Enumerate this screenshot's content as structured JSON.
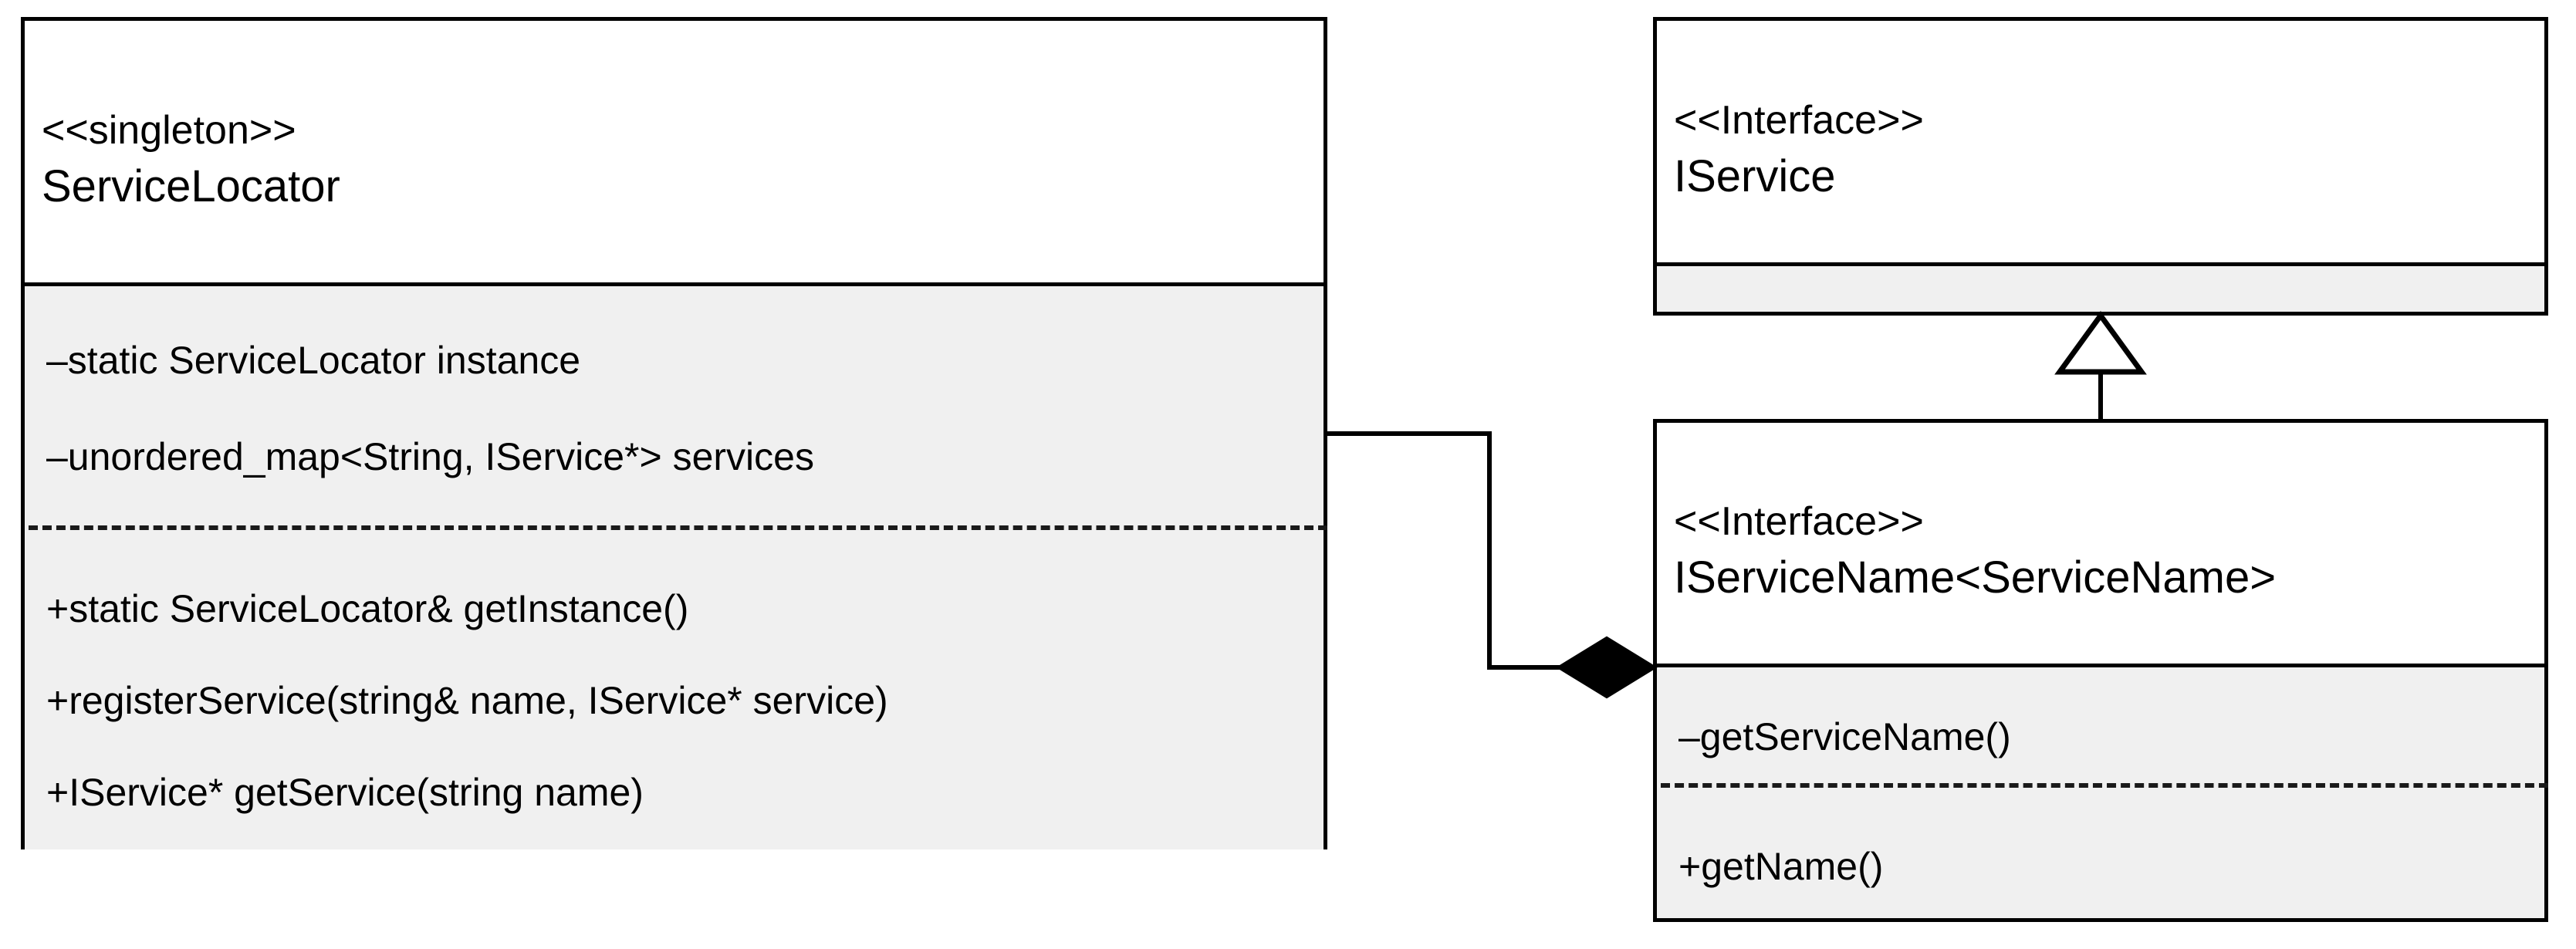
{
  "diagram": {
    "type": "uml-class-diagram",
    "background_color": "#ffffff",
    "line_color": "#000000",
    "compartment_fill": "#f0f0f0",
    "header_fill": "#ffffff"
  },
  "classes": {
    "service_locator": {
      "stereotype": "<<singleton>>",
      "name": "ServiceLocator",
      "attributes": [
        "–static ServiceLocator instance",
        "–unordered_map<String, IService*> services"
      ],
      "operations": [
        "+static ServiceLocator& getInstance()",
        "+registerService(string& name, IService* service)",
        "+IService* getService(string name)"
      ]
    },
    "iservice": {
      "stereotype": "<<Interface>>",
      "name": "IService",
      "attributes": [],
      "operations": []
    },
    "iservice_name": {
      "stereotype": "<<Interface>>",
      "name": "IServiceName<ServiceName>",
      "attributes": [
        "–getServiceName()"
      ],
      "operations": [
        "+getName()"
      ]
    }
  },
  "relationships": [
    {
      "id": "composition",
      "kind": "composition",
      "marker": "filled-diamond",
      "source": "ServiceLocator",
      "target": "IServiceName<ServiceName>",
      "label": ""
    },
    {
      "id": "generalization",
      "kind": "realization",
      "marker": "hollow-triangle",
      "source": "IServiceName<ServiceName>",
      "target": "IService",
      "label": ""
    }
  ]
}
